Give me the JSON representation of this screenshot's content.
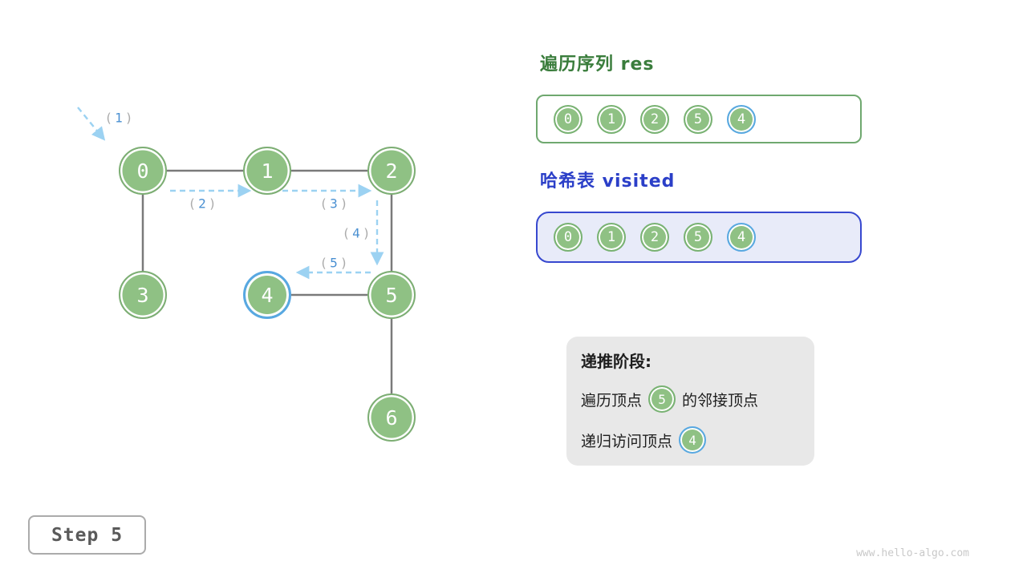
{
  "colors": {
    "node_green": "#8FC184",
    "node_ring_green": "#7DAE74",
    "highlight_blue": "#58A8E2",
    "arrow_dashed_blue": "#9CD2F2",
    "edge_gray": "#7A7A7A",
    "title_green": "#3A7D3C",
    "title_blue": "#2B3FC8",
    "visited_fill": "#E8EBF9",
    "info_box_gray": "#E8E8E8",
    "label_digit_blue": "#4A90D2",
    "label_paren_gray": "#ABABAB"
  },
  "graph": {
    "nodes": [
      {
        "label": "0"
      },
      {
        "label": "1"
      },
      {
        "label": "2"
      },
      {
        "label": "3"
      },
      {
        "label": "4"
      },
      {
        "label": "5"
      },
      {
        "label": "6"
      }
    ],
    "highlighted_node": "4",
    "arrow_labels": [
      {
        "open": "(",
        "num": "1",
        "close": ")"
      },
      {
        "open": "(",
        "num": "2",
        "close": ")"
      },
      {
        "open": "(",
        "num": "3",
        "close": ")"
      },
      {
        "open": "(",
        "num": "4",
        "close": ")"
      },
      {
        "open": "(",
        "num": "5",
        "close": ")"
      }
    ]
  },
  "res_panel": {
    "title": "遍历序列 res",
    "items": [
      "0",
      "1",
      "2",
      "5",
      "4"
    ],
    "highlighted_item": "4"
  },
  "visited_panel": {
    "title": "哈希表 visited",
    "items": [
      "0",
      "1",
      "2",
      "5",
      "4"
    ],
    "highlighted_item": "4"
  },
  "info_box": {
    "title": "递推阶段:",
    "line1_pre": "遍历顶点",
    "line1_node": "5",
    "line1_post": "的邻接顶点",
    "line2_pre": "递归访问顶点",
    "line2_node": "4"
  },
  "step_box": {
    "label": "Step 5"
  },
  "watermark": "www.hello-algo.com"
}
